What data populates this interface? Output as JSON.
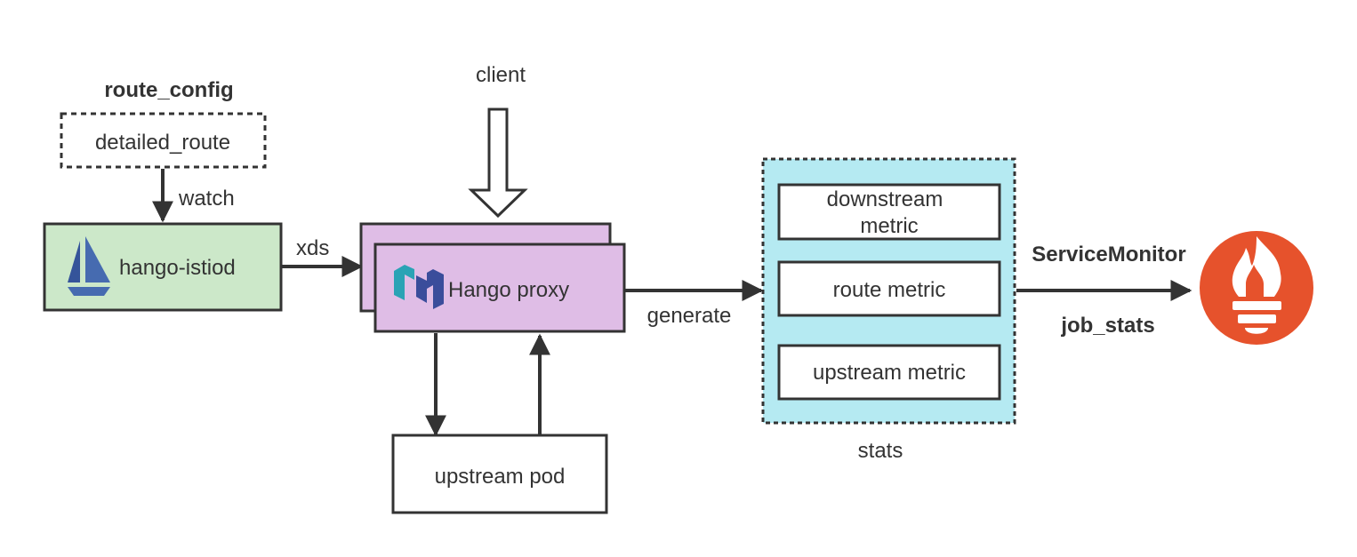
{
  "route_config": {
    "title": "route_config",
    "resource": "detailed_route",
    "watch_label": "watch"
  },
  "istiod": {
    "label": "hango-istiod",
    "xds_label": "xds",
    "icon": "istio-sail-icon"
  },
  "client": {
    "label": "client"
  },
  "proxy": {
    "label": "Hango proxy",
    "icon": "hango-logo-icon"
  },
  "upstream_pod": {
    "label": "upstream pod"
  },
  "generate_label": "generate",
  "stats": {
    "caption": "stats",
    "metrics": [
      {
        "line1": "downstream",
        "line2": "metric"
      },
      {
        "line1": "route metric"
      },
      {
        "line1": "upstream metric"
      }
    ]
  },
  "prometheus": {
    "service_monitor": "ServiceMonitor",
    "job": "job_stats",
    "icon": "prometheus-flame-icon"
  },
  "colors": {
    "istiod_fill": "#cce8c9",
    "proxy_fill": "#dfbde6",
    "stats_fill": "#b5eaf2",
    "prometheus": "#e6522c",
    "stroke": "#333333"
  }
}
